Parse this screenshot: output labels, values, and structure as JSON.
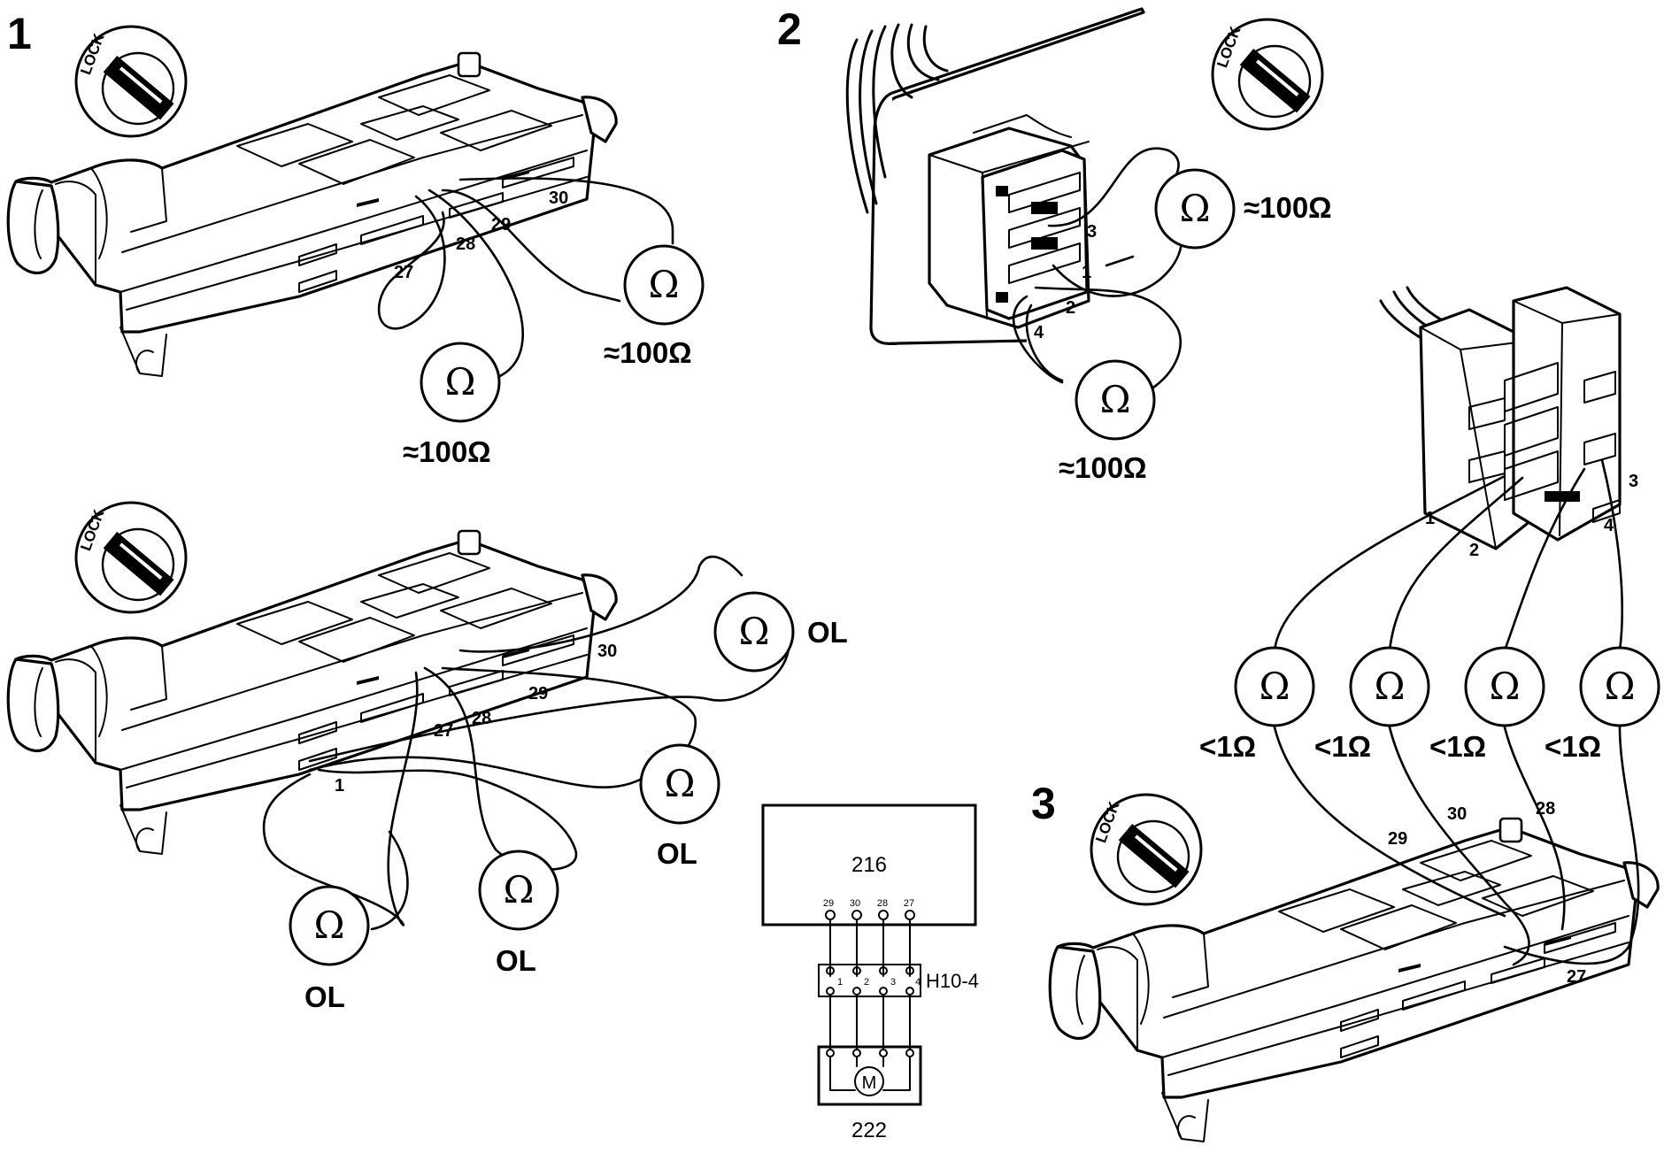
{
  "steps": [
    "1",
    "2",
    "3"
  ],
  "lock_label": "LOCK",
  "ohm_symbol": "Ω",
  "panel1": {
    "pins": [
      "30",
      "29",
      "28",
      "27"
    ],
    "readings": [
      "≈100Ω",
      "≈100Ω"
    ],
    "pins_b": [
      "30",
      "29",
      "28",
      "27",
      "1"
    ],
    "readings_b": [
      "OL",
      "OL",
      "OL",
      "OL"
    ]
  },
  "panel2": {
    "pins": [
      "3",
      "1",
      "2",
      "4"
    ],
    "readings": [
      "≈100Ω",
      "≈100Ω"
    ]
  },
  "panel3": {
    "connector_pins": [
      "1",
      "2",
      "3",
      "4"
    ],
    "ecu_pins": [
      "29",
      "30",
      "28",
      "27"
    ],
    "readings": [
      "<1Ω",
      "<1Ω",
      "<1Ω",
      "<1Ω"
    ]
  },
  "schematic": {
    "module_top": "216",
    "module_top_pins": [
      "29",
      "30",
      "28",
      "27"
    ],
    "connector": "H10-4",
    "connector_pins": [
      "1",
      "2",
      "3",
      "4"
    ],
    "motor_symbol": "M",
    "module_bottom": "222"
  }
}
